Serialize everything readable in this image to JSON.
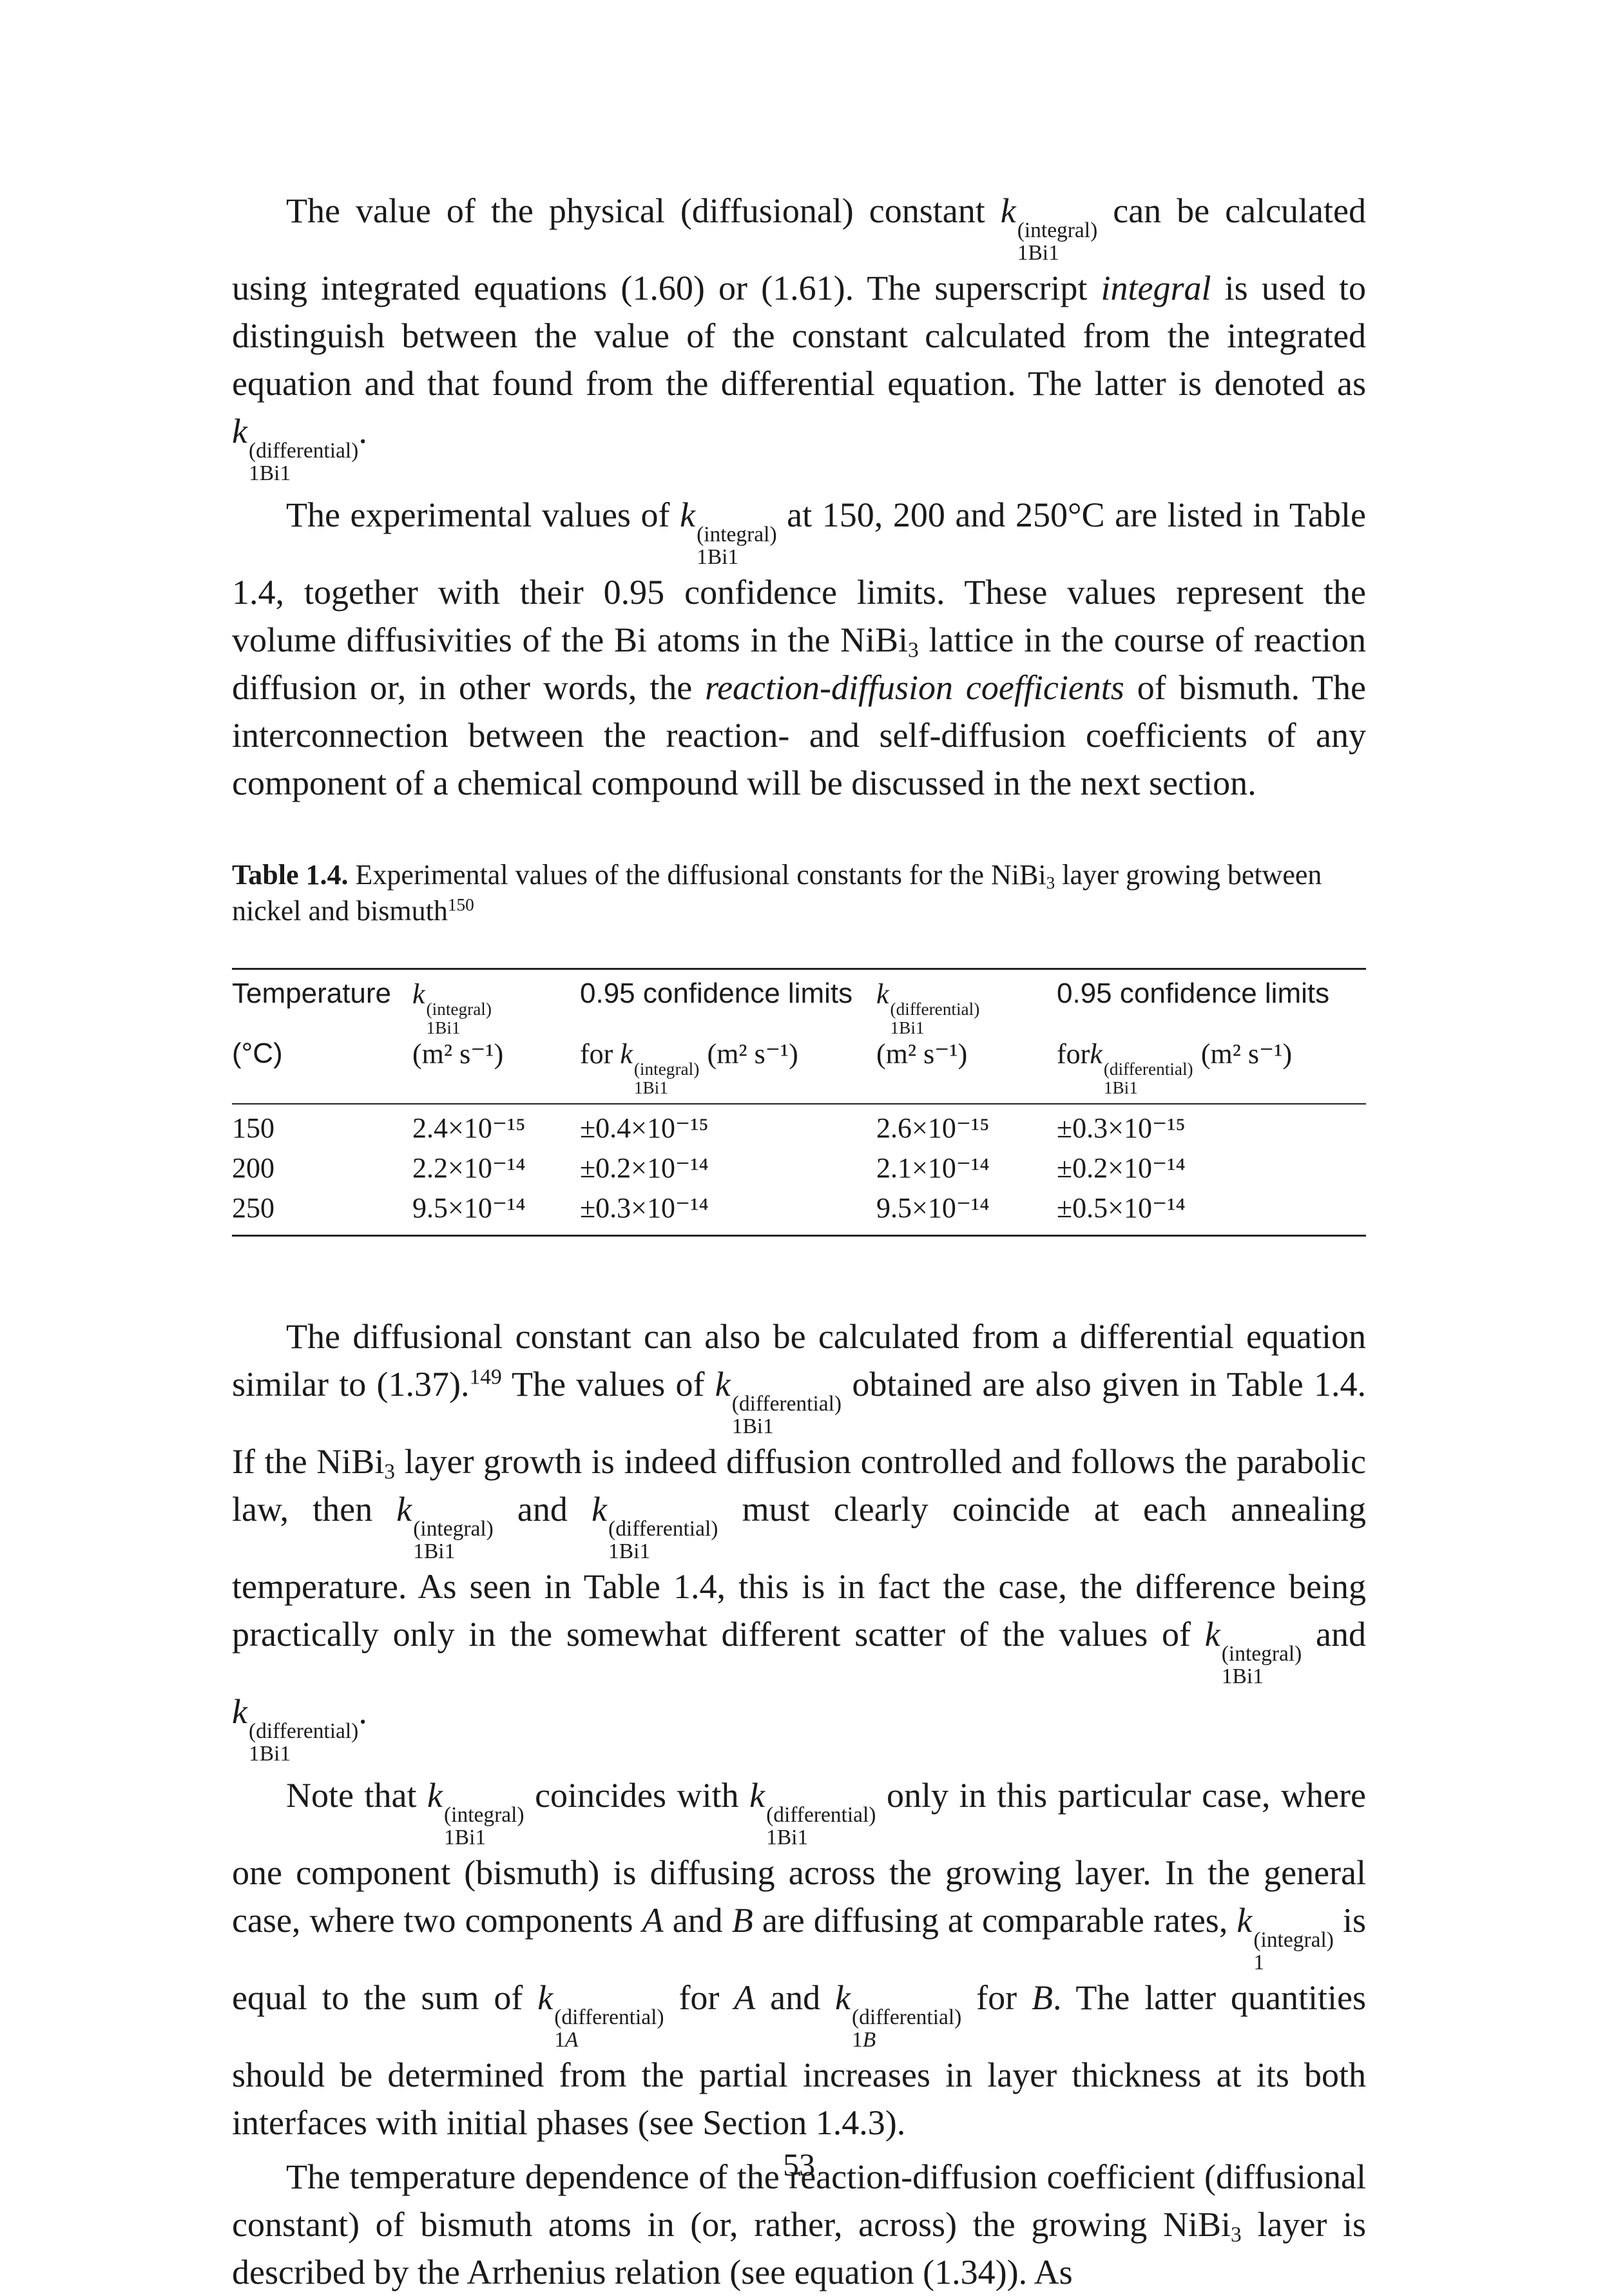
{
  "symbol": {
    "k": "k",
    "integral": "(integral)",
    "differential": "(differential)",
    "sub_1Bi1": "1Bi1",
    "sub_1": "1",
    "sub_A": "A",
    "sub_B": "B"
  },
  "p1": {
    "t1": "The value of the physical (diffusional) constant ",
    "t2": " can be calculated using integrated equations (1.60) or (1.61). The superscript ",
    "t3": "integral",
    "t4": " is used to distinguish between the value of the constant calculated from the integrated equation and that found from the differential equation. The latter is denoted as ",
    "t5": "."
  },
  "p2": {
    "t1": "The experimental values of ",
    "t2": " at 150, 200 and 250°C are listed in Table 1.4, together with their 0.95 confidence limits. These values represent the volume diffusivities of the Bi atoms in the NiBi",
    "t2b": "3",
    "t3": " lattice in the course of reaction diffusion or, in other words, the ",
    "t4": "reaction-diffusion coefficients",
    "t5": " of bismuth. The interconnection between the reaction- and self-diffusion coefficients of any component of a chemical compound will be discussed in the next section."
  },
  "caption": {
    "label": "Table 1.4.",
    "t1": " Experimental values of the diffusional constants for the NiBi",
    "t1b": "3",
    "t2": " layer growing between nickel and bismuth",
    "ref": "150"
  },
  "table": {
    "h_temp_1": "Temperature",
    "h_temp_2": "(°C)",
    "h_conf": "0.95 confidence limits",
    "h_for": "for ",
    "h_forsp": "for",
    "unit": "(m² s⁻¹)",
    "rows": [
      {
        "temp": "150",
        "ki": "2.4×10⁻¹⁵",
        "ci": "±0.4×10⁻¹⁵",
        "kd": "2.6×10⁻¹⁵",
        "cd": "±0.3×10⁻¹⁵"
      },
      {
        "temp": "200",
        "ki": "2.2×10⁻¹⁴",
        "ci": "±0.2×10⁻¹⁴",
        "kd": "2.1×10⁻¹⁴",
        "cd": "±0.2×10⁻¹⁴"
      },
      {
        "temp": "250",
        "ki": "9.5×10⁻¹⁴",
        "ci": "±0.3×10⁻¹⁴",
        "kd": "9.5×10⁻¹⁴",
        "cd": "±0.5×10⁻¹⁴"
      }
    ]
  },
  "p3": {
    "t1": "The diffusional constant can also be calculated from a differential equation similar to (1.37).",
    "ref": "149",
    "t2": " The values of ",
    "t3": " obtained are also given in Table 1.4. If the NiBi",
    "t3b": "3",
    "t4": " layer growth is indeed diffusion controlled and follows the parabolic law, then ",
    "t5": " and ",
    "t6": " must clearly coincide at each annealing temperature. As seen in Table 1.4, this is in fact the case, the difference being practically only in the somewhat different scatter of the values of ",
    "t7": " and ",
    "t8": "."
  },
  "p4": {
    "t1": "Note that ",
    "t2": " coincides with ",
    "t3": " only in this particular case, where one component (bismuth) is diffusing across the growing layer. In the general case, where two components ",
    "A": "A",
    "t4": " and ",
    "B": "B",
    "t5": " are diffusing at comparable rates, ",
    "t6": " is equal to the sum of ",
    "t7": " for ",
    "t8": " and ",
    "t9": " for ",
    "t10": ". The latter quantities should be determined from the partial increases in layer thickness at its both interfaces with initial phases (see Section 1.4.3)."
  },
  "p5": {
    "t1": "The temperature dependence of the reaction-diffusion coefficient (diffusional constant) of bismuth atoms in (or, rather, across) the growing NiBi",
    "t1b": "3",
    "t2": " layer is described by the Arrhenius relation (see equation (1.34)). As"
  },
  "page_number": "53"
}
